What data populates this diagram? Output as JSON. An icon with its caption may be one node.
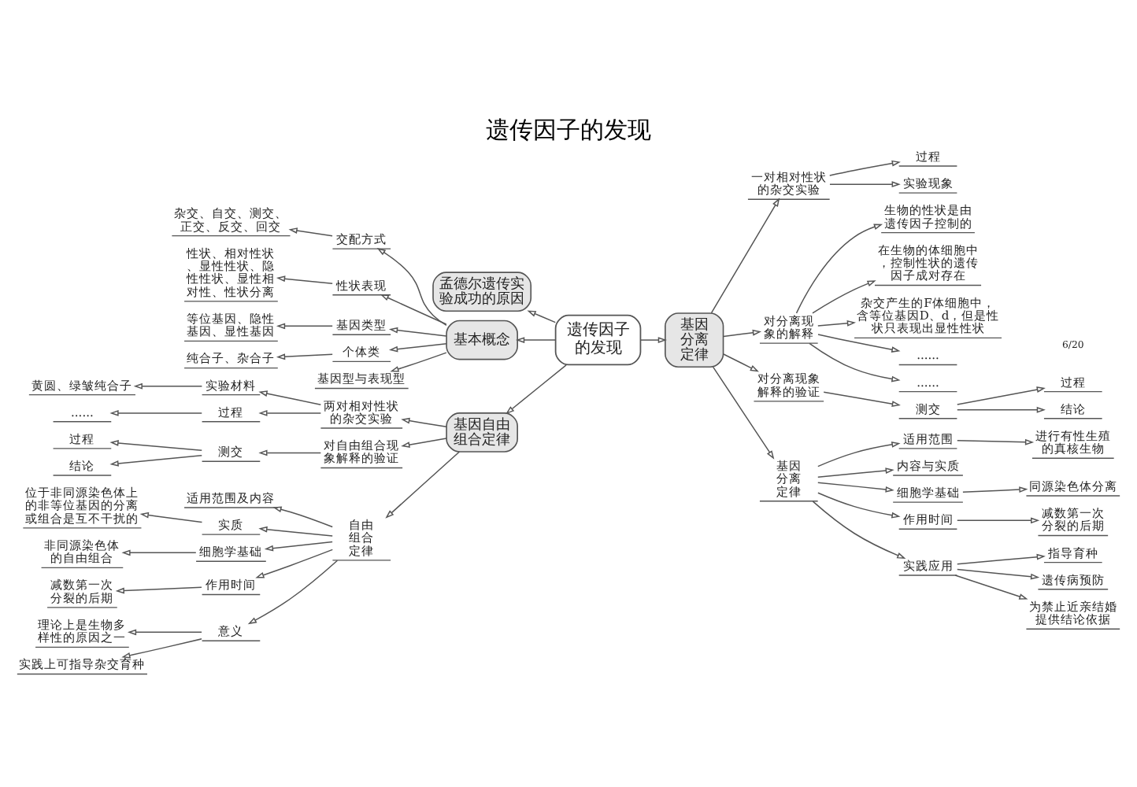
{
  "diagram": {
    "title": "遗传因子的发现",
    "nodes": [
      {
        "text": [
          "遗传因子的发现"
        ]
      },
      {
        "text": [
          "孟德尔遗传实验成功的原因"
        ]
      },
      {
        "text": [
          "基本概念"
        ]
      },
      {
        "text": [
          "交配方式"
        ]
      },
      {
        "text": [
          "杂交、自交、测交、正交、反交、回交"
        ]
      },
      {
        "text": [
          "性状表现"
        ]
      },
      {
        "text": [
          "性状、相对性状、显性性状、隐性性状、显性相对性、性状分离"
        ]
      },
      {
        "text": [
          "基因类型"
        ]
      },
      {
        "text": [
          "等位基因、隐性基因、显性基因"
        ]
      },
      {
        "text": [
          "个体类"
        ]
      },
      {
        "text": [
          "纯合子、杂合子"
        ]
      },
      {
        "text": [
          "基因型与表现型"
        ]
      },
      {
        "text": [
          "基因自由组合定律"
        ]
      },
      {
        "text": [
          "两对相对性状的杂交实验"
        ]
      },
      {
        "text": [
          "实验材料"
        ]
      },
      {
        "text": [
          "黄圆、绿皱纯合子"
        ]
      },
      {
        "text": [
          "过程"
        ]
      },
      {
        "text": [
          "......"
        ]
      },
      {
        "text": [
          "对自由组合现象解释的验证"
        ]
      },
      {
        "text": [
          "测交"
        ]
      },
      {
        "text": [
          "过程"
        ]
      },
      {
        "text": [
          "结论"
        ]
      },
      {
        "text": [
          "自由组合定律"
        ]
      },
      {
        "text": [
          "适用范围及内容"
        ]
      },
      {
        "text": [
          "实质"
        ]
      },
      {
        "text": [
          "位于非同源染色体上的非等位基因的分离或组合是互不干扰的"
        ]
      },
      {
        "text": [
          "细胞学基础"
        ]
      },
      {
        "text": [
          "非同源染色体的自由组合"
        ]
      },
      {
        "text": [
          "作用时间"
        ]
      },
      {
        "text": [
          "减数第一次分裂的后期"
        ]
      },
      {
        "text": [
          "意义"
        ]
      },
      {
        "text": [
          "理论上是生物多样性的原因之一"
        ]
      },
      {
        "text": [
          "实践上可指导杂交育种"
        ]
      },
      {
        "text": [
          "基因分离定律"
        ]
      },
      {
        "text": [
          "一对相对性状的杂交实验"
        ]
      },
      {
        "text": [
          "过程"
        ]
      },
      {
        "text": [
          "实验现象"
        ]
      },
      {
        "text": [
          "对分离现象的解释"
        ]
      },
      {
        "text": [
          "生物的性状是由遗传因子控制的"
        ]
      },
      {
        "text": [
          "在生物的体细胞中，控制性状的遗传因子成对存在"
        ]
      },
      {
        "text": [
          "杂交产生的F体细胞中，含等位基因D、d，但是性状只表现出显性性状"
        ]
      },
      {
        "text": [
          "......"
        ]
      },
      {
        "text": [
          "......"
        ]
      },
      {
        "text": [
          "对分离现象解释的验证"
        ]
      },
      {
        "text": [
          "测交"
        ]
      },
      {
        "text": [
          "过程"
        ]
      },
      {
        "text": [
          "结论"
        ]
      },
      {
        "text": [
          "基因分离定律"
        ]
      },
      {
        "text": [
          "适用范围"
        ]
      },
      {
        "text": [
          "进行有性生殖的真核生物"
        ]
      },
      {
        "text": [
          "内容与实质"
        ]
      },
      {
        "text": [
          "细胞学基础"
        ]
      },
      {
        "text": [
          "同源染色体分离"
        ]
      },
      {
        "text": [
          "作用时间"
        ]
      },
      {
        "text": [
          "减数第一次分裂的后期"
        ]
      },
      {
        "text": [
          "实践应用"
        ]
      },
      {
        "text": [
          "指导育种"
        ]
      },
      {
        "text": [
          "遗传病预防"
        ]
      },
      {
        "text": [
          "为禁止近亲结婚提供结论依据"
        ]
      }
    ],
    "edges": [
      {
        "from": 0,
        "to": 1,
        "arrow": "to"
      },
      {
        "from": 0,
        "to": 2,
        "arrow": "to"
      },
      {
        "from": 2,
        "to": 3,
        "arrow": "to"
      },
      {
        "from": 3,
        "to": 4,
        "arrow": "to"
      },
      {
        "from": 2,
        "to": 5,
        "arrow": "to"
      },
      {
        "from": 5,
        "to": 6,
        "arrow": "to"
      },
      {
        "from": 2,
        "to": 7,
        "arrow": "to"
      },
      {
        "from": 7,
        "to": 8,
        "arrow": "to"
      },
      {
        "from": 2,
        "to": 9,
        "arrow": "to"
      },
      {
        "from": 9,
        "to": 10,
        "arrow": "to"
      },
      {
        "from": 2,
        "to": 11,
        "arrow": "to"
      },
      {
        "from": 0,
        "to": 12,
        "arrow": "to"
      },
      {
        "from": 12,
        "to": 13,
        "arrow": "to"
      },
      {
        "from": 13,
        "to": 14,
        "arrow": "to"
      },
      {
        "from": 14,
        "to": 15,
        "arrow": "to"
      },
      {
        "from": 13,
        "to": 16,
        "arrow": "to"
      },
      {
        "from": 16,
        "to": 17,
        "arrow": "to"
      },
      {
        "from": 12,
        "to": 18,
        "arrow": "to"
      },
      {
        "from": 18,
        "to": 19,
        "arrow": "to"
      },
      {
        "from": 19,
        "to": 20,
        "arrow": "to"
      },
      {
        "from": 19,
        "to": 21,
        "arrow": "to"
      },
      {
        "from": 12,
        "to": 22,
        "arrow": "to"
      },
      {
        "from": 22,
        "to": 23,
        "arrow": "to"
      },
      {
        "from": 22,
        "to": 24,
        "arrow": "to"
      },
      {
        "from": 24,
        "to": 25,
        "arrow": "to"
      },
      {
        "from": 22,
        "to": 26,
        "arrow": "to"
      },
      {
        "from": 26,
        "to": 27,
        "arrow": "to"
      },
      {
        "from": 22,
        "to": 28,
        "arrow": "to"
      },
      {
        "from": 28,
        "to": 29,
        "arrow": "to"
      },
      {
        "from": 22,
        "to": 30,
        "arrow": "to"
      },
      {
        "from": 30,
        "to": 31,
        "arrow": "to"
      },
      {
        "from": 30,
        "to": 32,
        "arrow": "to"
      },
      {
        "from": 0,
        "to": 33,
        "arrow": "to"
      },
      {
        "from": 33,
        "to": 34,
        "arrow": "to"
      },
      {
        "from": 34,
        "to": 35,
        "arrow": "to"
      },
      {
        "from": 34,
        "to": 36,
        "arrow": "to"
      },
      {
        "from": 33,
        "to": 37,
        "arrow": "to"
      },
      {
        "from": 37,
        "to": 38,
        "arrow": "to"
      },
      {
        "from": 37,
        "to": 39,
        "arrow": "to"
      },
      {
        "from": 37,
        "to": 40,
        "arrow": "to"
      },
      {
        "from": 37,
        "to": 41,
        "arrow": "to"
      },
      {
        "from": 37,
        "to": 42,
        "arrow": "to"
      },
      {
        "from": 33,
        "to": 43,
        "arrow": "to"
      },
      {
        "from": 43,
        "to": 44,
        "arrow": "to"
      },
      {
        "from": 44,
        "to": 45,
        "arrow": "to"
      },
      {
        "from": 44,
        "to": 46,
        "arrow": "to"
      },
      {
        "from": 33,
        "to": 47,
        "arrow": "to"
      },
      {
        "from": 47,
        "to": 48,
        "arrow": "to"
      },
      {
        "from": 48,
        "to": 49,
        "arrow": "to"
      },
      {
        "from": 47,
        "to": 50,
        "arrow": "to"
      },
      {
        "from": 47,
        "to": 51,
        "arrow": "to"
      },
      {
        "from": 51,
        "to": 52,
        "arrow": "to"
      },
      {
        "from": 47,
        "to": 53,
        "arrow": "to"
      },
      {
        "from": 53,
        "to": 54,
        "arrow": "to"
      },
      {
        "from": 47,
        "to": 55,
        "arrow": "to"
      },
      {
        "from": 55,
        "to": 56,
        "arrow": "to"
      },
      {
        "from": 55,
        "to": 57,
        "arrow": "to"
      },
      {
        "from": 55,
        "to": 58,
        "arrow": "to"
      }
    ],
    "labels": [
      "6/20"
    ]
  }
}
